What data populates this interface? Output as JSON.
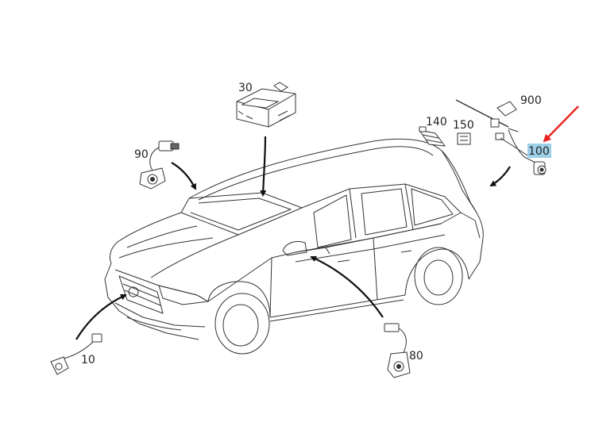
{
  "callouts": {
    "p30": "30",
    "p90": "90",
    "p140": "140",
    "p150": "150",
    "p900": "900",
    "p100": "100",
    "p10": "10",
    "p80": "80"
  },
  "highlight": {
    "part": "100",
    "background_color": "#9dcfe8",
    "pointer_color": "#e8231f"
  },
  "colors": {
    "line": "#333333",
    "arrow": "#111111",
    "text": "#222222"
  }
}
